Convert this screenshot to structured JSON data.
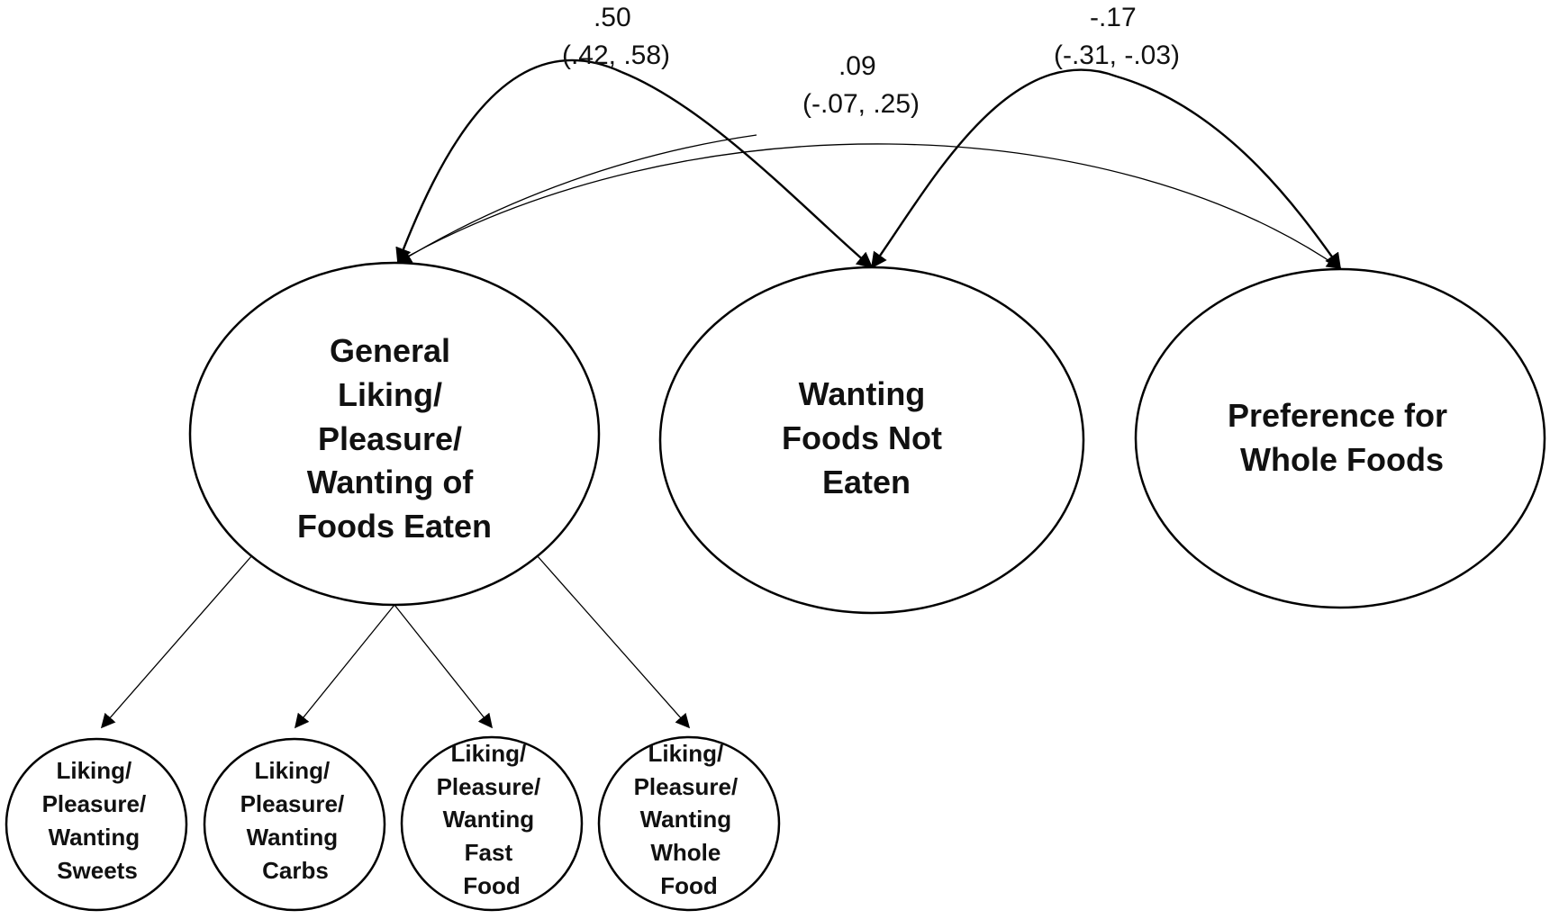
{
  "latent_factors": [
    {
      "id": "general",
      "lines": [
        "General",
        "Liking/",
        "Pleasure/",
        "Wanting of",
        "Foods Eaten"
      ]
    },
    {
      "id": "not-eaten",
      "lines": [
        "Wanting",
        "Foods Not",
        "Eaten"
      ]
    },
    {
      "id": "whole",
      "lines": [
        "Preference for",
        "Whole Foods"
      ]
    }
  ],
  "indicators": [
    {
      "id": "sweets",
      "lines": [
        "Liking/",
        "Pleasure/",
        "Wanting",
        "Sweets"
      ]
    },
    {
      "id": "carbs",
      "lines": [
        "Liking/",
        "Pleasure/",
        "Wanting",
        "Carbs"
      ]
    },
    {
      "id": "fast-food",
      "lines": [
        "Liking/",
        "Pleasure/",
        "Wanting",
        "Fast",
        "Food"
      ]
    },
    {
      "id": "whole-food",
      "lines": [
        "Liking/",
        "Pleasure/",
        "Wanting",
        "Whole",
        "Food"
      ]
    }
  ],
  "correlations": [
    {
      "id": "general-notEaten",
      "estimate": ".50",
      "ci": "(.42, .58)"
    },
    {
      "id": "general-whole",
      "estimate": ".09",
      "ci": "(-.07, .25)"
    },
    {
      "id": "notEaten-whole",
      "estimate": "-.17",
      "ci": "(-.31, -.03)"
    }
  ],
  "colors": {
    "stroke": "#000000",
    "text": "#111111",
    "background": "#ffffff"
  }
}
